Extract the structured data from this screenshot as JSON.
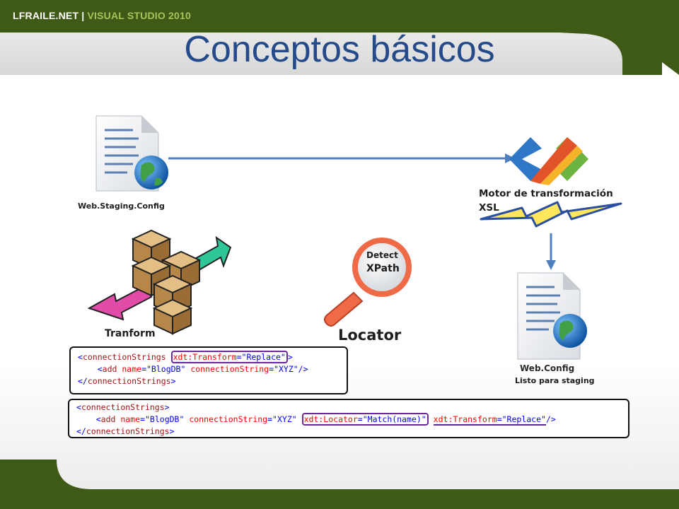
{
  "header": {
    "brand": "LFRAILE.NET |",
    "subtitle": "VISUAL STUDIO 2010"
  },
  "slide": {
    "title": "Conceptos básicos"
  },
  "diagram": {
    "source_file_label": "Web.Staging.Config",
    "engine_label_line1": "Motor de transformación",
    "engine_label_line2": "XSL",
    "transform_label": "Tranform",
    "locator_label": "Locator",
    "magnifier_line1": "Detect",
    "magnifier_line2": "XPath",
    "result_file_label": "Web.Config",
    "ready_label": "Listo para staging"
  },
  "code1": {
    "open_tag": "connectionStrings",
    "attr": "xdt:Transform",
    "attr_value": "\"Replace\"",
    "add_tag": "add",
    "name_attr": "name",
    "name_value": "\"BlogDB\"",
    "conn_attr": "connectionString",
    "conn_value": "\"XYZ\"",
    "close_tag": "connectionStrings"
  },
  "code2": {
    "open_tag": "connectionStrings",
    "add_tag": "add",
    "name_attr": "name",
    "name_value": "\"BlogDB\"",
    "conn_attr": "connectionString",
    "conn_value": "\"XYZ\"",
    "locator_attr": "xdt:Locator",
    "locator_value": "\"Match(name)\"",
    "transform_attr": "xdt:Transform",
    "transform_value": "\"Replace\"",
    "close_tag": "connectionStrings"
  },
  "colors": {
    "header_bar": "#3f5a16",
    "title_text": "#254a8a",
    "brand_accent": "#a9c25c",
    "arrow": "#4f7fbf",
    "highlight": "#6a2b92"
  },
  "icons": [
    "document-globe-icon",
    "visual-studio-logo-icon",
    "lightning-icon",
    "arrow-down-icon",
    "cubes-arrows-icon",
    "magnifier-icon"
  ]
}
